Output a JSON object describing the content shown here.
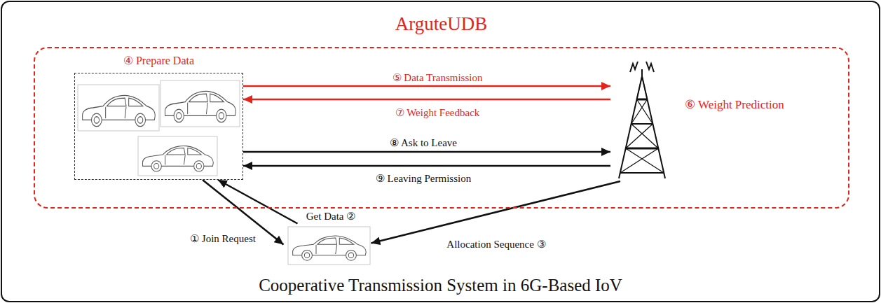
{
  "diagram": {
    "nodes": [
      {
        "text": [
          "Cooperative Transmission System in 6G-Based IoV"
        ]
      },
      {
        "text": [
          "ArguteUDB"
        ],
        "in": 0
      },
      {
        "text": [
          "④ Prepare Data"
        ],
        "in": 1
      },
      {
        "text": [
          "⑥ Weight Prediction"
        ],
        "in": 1
      },
      {
        "text": [],
        "in": 0
      }
    ],
    "edges": [
      {
        "from": 2,
        "to": 3,
        "label": "⑤ Data Transmission",
        "arrow": "to"
      },
      {
        "from": 3,
        "to": 2,
        "label": "⑦ Weight Feedback",
        "arrow": "to"
      },
      {
        "from": 2,
        "to": 3,
        "label": "⑧ Ask to Leave",
        "arrow": "to"
      },
      {
        "from": 3,
        "to": 2,
        "label": "⑨ Leaving Permission",
        "arrow": "to"
      },
      {
        "from": 2,
        "to": 4,
        "label": "① Join Request",
        "arrow": "to"
      },
      {
        "from": 4,
        "to": 2,
        "label": "Get Data ②",
        "arrow": "to"
      },
      {
        "from": 3,
        "to": 4,
        "label": "Allocation Sequence ③",
        "arrow": "to"
      }
    ]
  }
}
